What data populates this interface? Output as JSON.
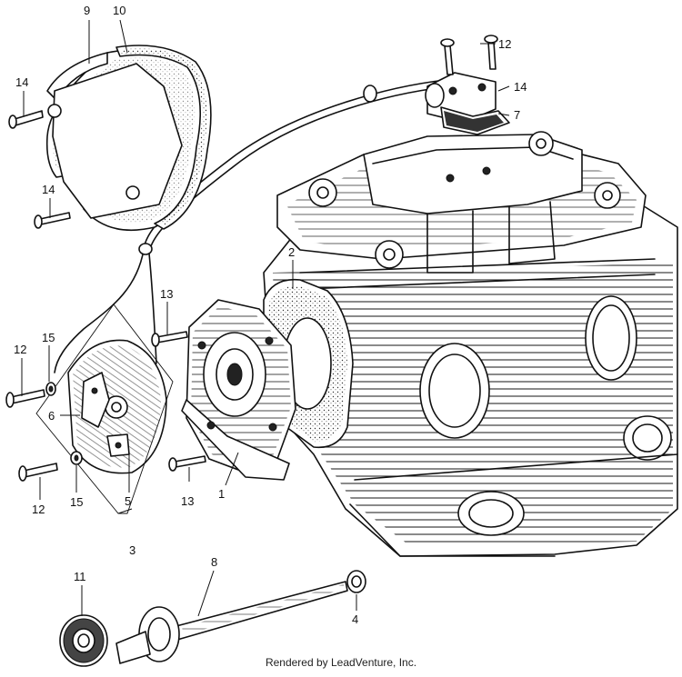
{
  "credit": "Rendered by LeadVenture, Inc.",
  "callouts": {
    "c1": "1",
    "c2": "2",
    "c3": "3",
    "c4": "4",
    "c5": "5",
    "c6": "6",
    "c7": "7",
    "c8": "8",
    "c9": "9",
    "c10": "10",
    "c11": "11",
    "c12a": "12",
    "c12b": "12",
    "c12c": "12",
    "c13a": "13",
    "c13b": "13",
    "c14a": "14",
    "c14b": "14",
    "c14c": "14",
    "c15a": "15",
    "c15b": "15"
  }
}
